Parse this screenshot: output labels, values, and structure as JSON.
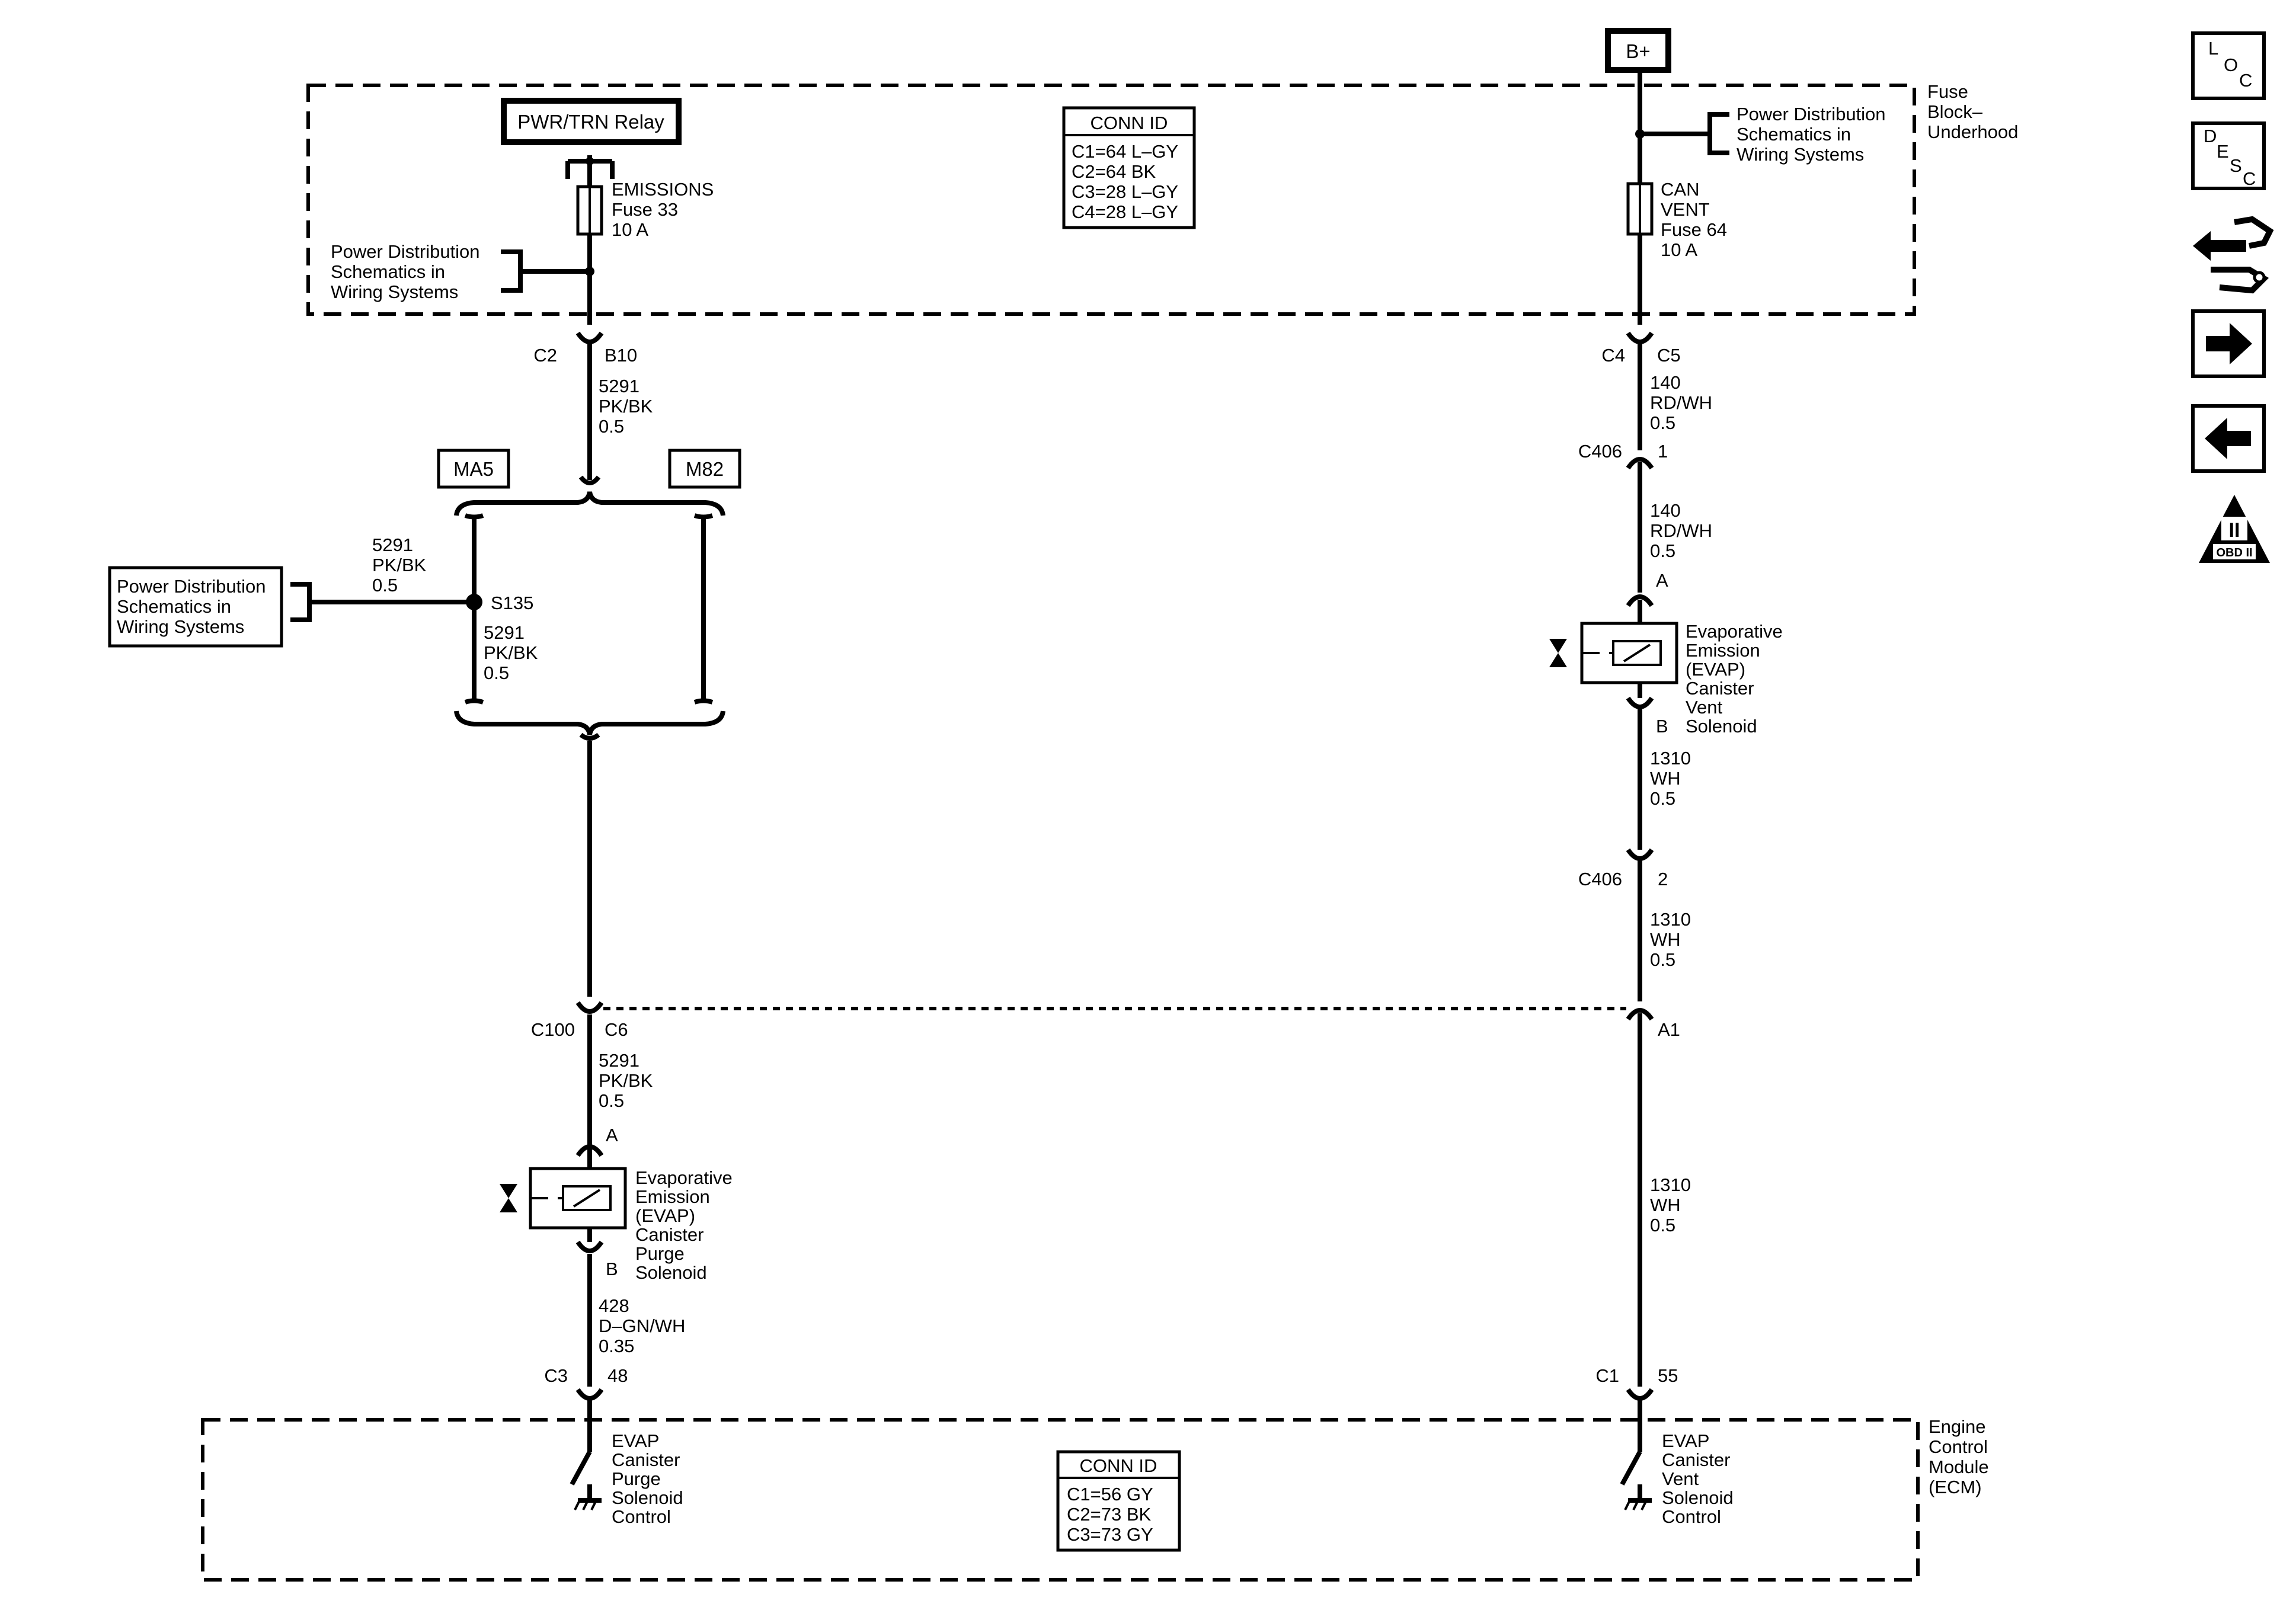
{
  "labels": {
    "b_plus": "B+",
    "pwr_trn_relay": "PWR/TRN Relay",
    "ma5": "MA5",
    "m82": "M82",
    "fuse_block": [
      "Fuse",
      "Block–",
      "Underhood"
    ],
    "ecm": [
      "Engine",
      "Control",
      "Module",
      "(ECM)"
    ]
  },
  "conn_id_top": {
    "title": "CONN ID",
    "rows": [
      "C1=64 L–GY",
      "C2=64 BK",
      "C3=28 L–GY",
      "C4=28 L–GY"
    ]
  },
  "conn_id_bottom": {
    "title": "CONN ID",
    "rows": [
      "C1=56 GY",
      "C2=73 BK",
      "C3=73 GY"
    ]
  },
  "power_dist_ref": [
    "Power Distribution",
    "Schematics in",
    "Wiring Systems"
  ],
  "fuses": {
    "emissions": [
      "EMISSIONS",
      "Fuse 33",
      "10 A"
    ],
    "can_vent": [
      "CAN",
      "VENT",
      "Fuse 64",
      "10 A"
    ]
  },
  "splice": "S135",
  "connectors": {
    "c2": "C2",
    "b10": "B10",
    "c4": "C4",
    "c5": "C5",
    "c406": "C406",
    "pin1": "1",
    "pin2": "2",
    "pin_a": "A",
    "pin_b": "B",
    "c100": "C100",
    "c6": "C6",
    "a1": "A1",
    "c3": "C3",
    "pin48": "48",
    "c1": "C1",
    "pin55": "55"
  },
  "wires": {
    "w5291": [
      "5291",
      "PK/BK",
      "0.5"
    ],
    "w140": [
      "140",
      "RD/WH",
      "0.5"
    ],
    "w1310": [
      "1310",
      "WH",
      "0.5"
    ],
    "w428": [
      "428",
      "D–GN/WH",
      "0.35"
    ]
  },
  "components": {
    "vent_solenoid": [
      "Evaporative",
      "Emission",
      "(EVAP)",
      "Canister",
      "Vent",
      "Solenoid"
    ],
    "purge_solenoid": [
      "Evaporative",
      "Emission",
      "(EVAP)",
      "Canister",
      "Purge",
      "Solenoid"
    ],
    "purge_control": [
      "EVAP",
      "Canister",
      "Purge",
      "Solenoid",
      "Control"
    ],
    "vent_control": [
      "EVAP",
      "Canister",
      "Vent",
      "Solenoid",
      "Control"
    ]
  },
  "nav_icons": {
    "loc": [
      "L",
      "O",
      "C"
    ],
    "desc": [
      "D",
      "E",
      "S",
      "C"
    ],
    "obd": [
      "II",
      "OBD II"
    ]
  },
  "icon_names": [
    "loc-icon",
    "desc-icon",
    "connector-swap-icon",
    "arrow-right-icon",
    "arrow-left-icon",
    "obd-ii-icon"
  ]
}
